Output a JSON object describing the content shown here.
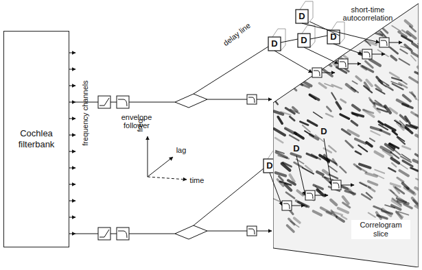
{
  "diagram": {
    "nodes": [
      {
        "text": [
          "Cochlea filterbank"
        ]
      },
      {
        "text": [
          "Correlogram slice"
        ]
      }
    ],
    "labels": [
      "frequency channels",
      "envelope follower",
      "delay line",
      "short-time autocorrelation",
      "freq",
      "lag",
      "time",
      "D",
      "D",
      "D",
      "D",
      "D",
      "D",
      "D"
    ]
  }
}
